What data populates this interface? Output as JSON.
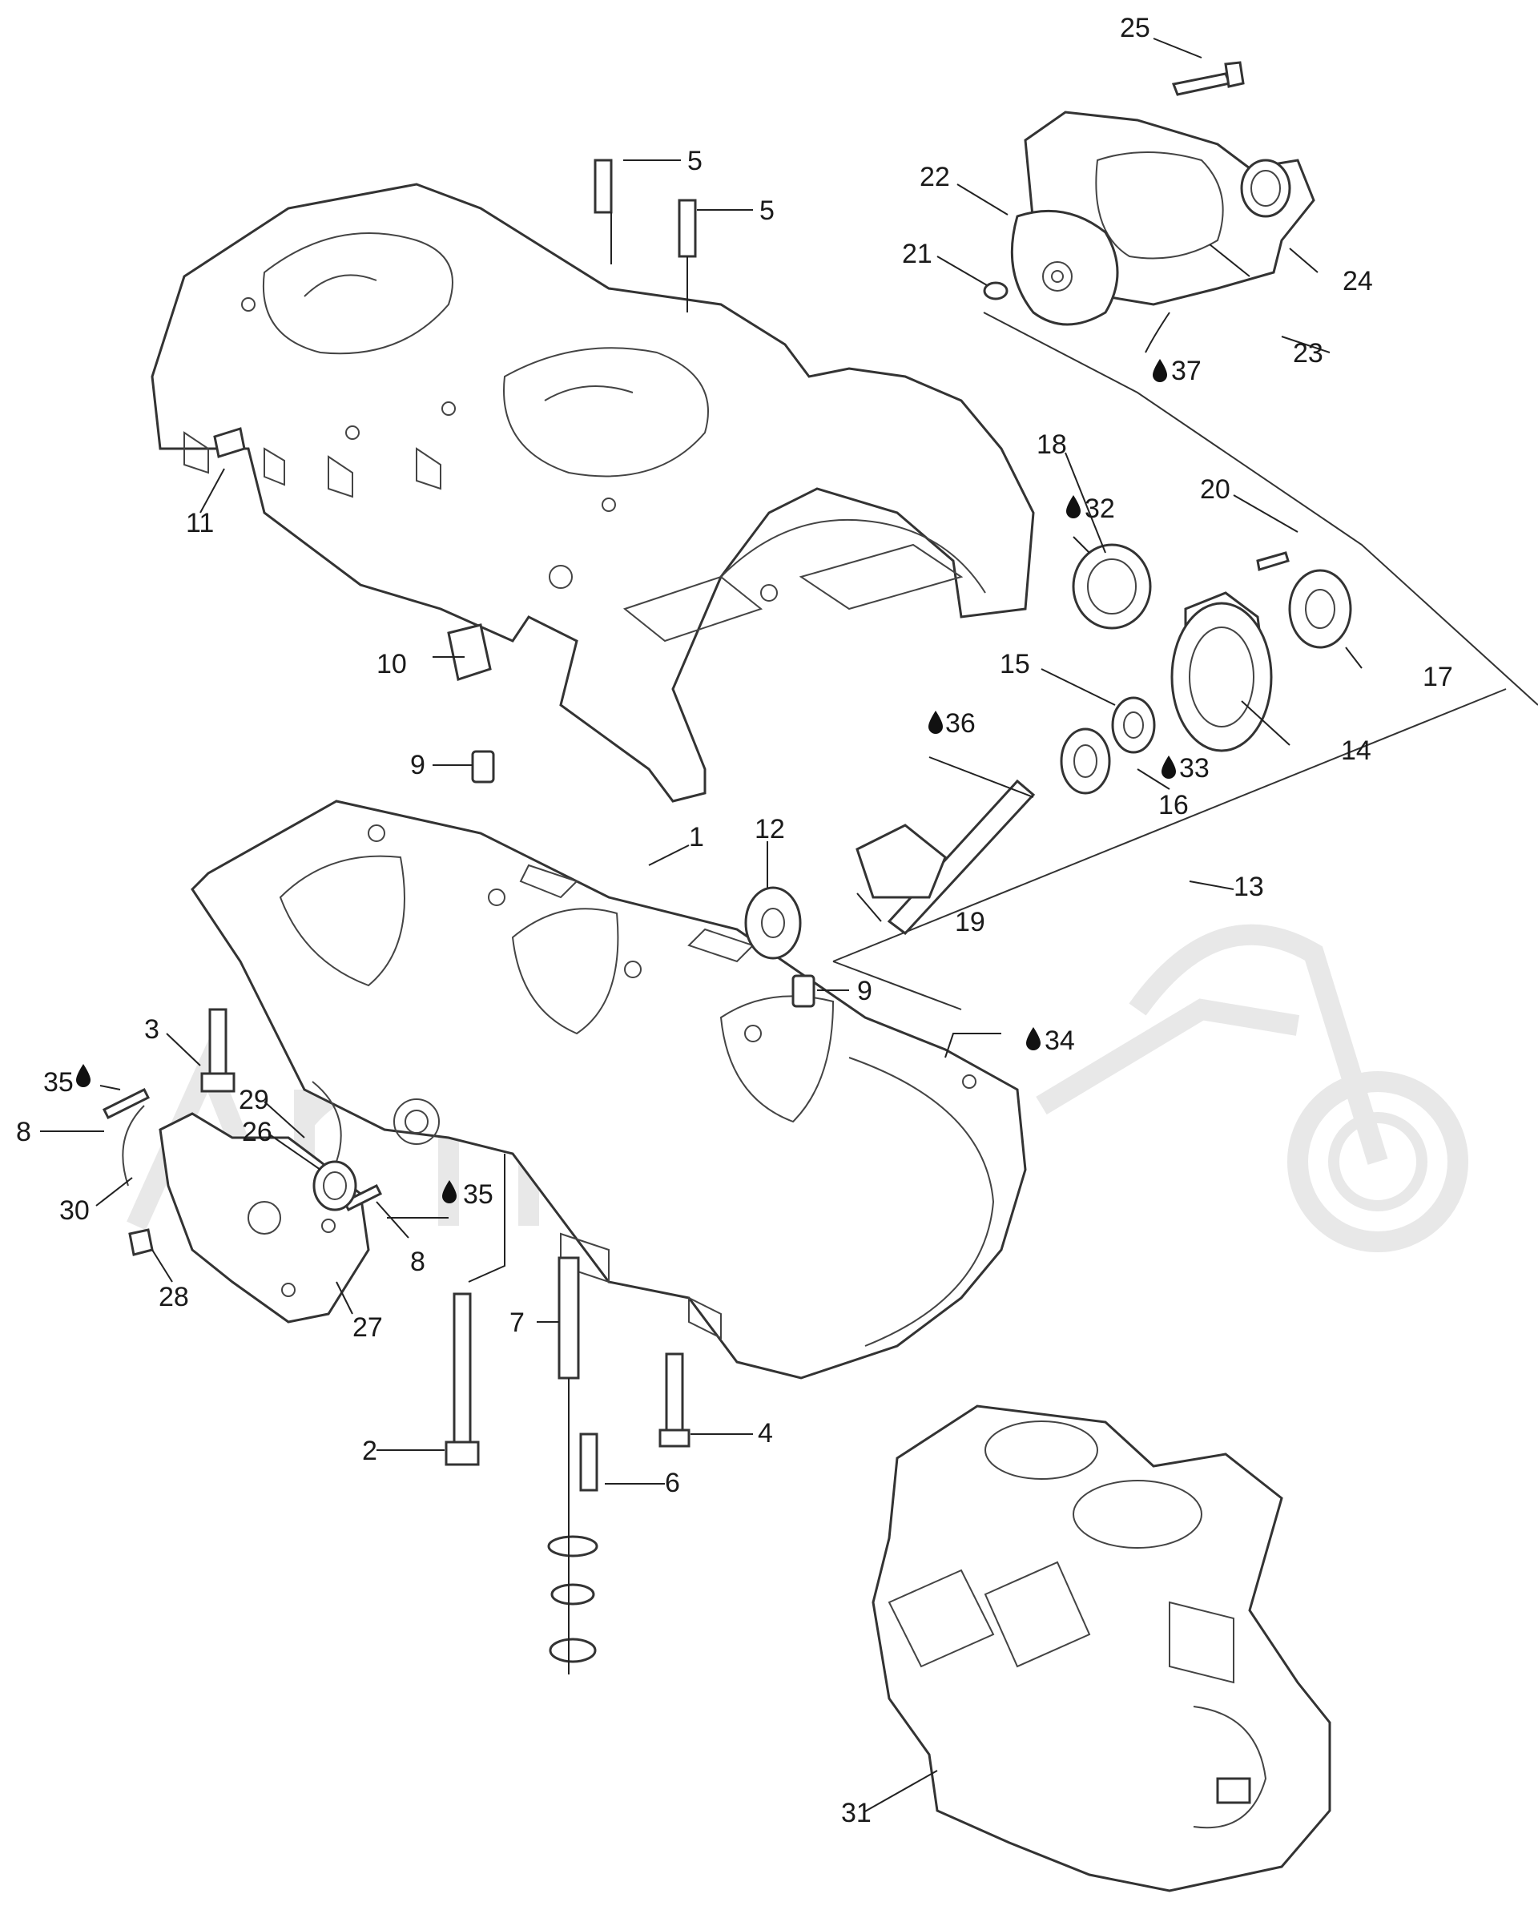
{
  "parts": [
    {
      "id": "p1",
      "label": "1"
    },
    {
      "id": "p2",
      "label": "2"
    },
    {
      "id": "p3",
      "label": "3"
    },
    {
      "id": "p4",
      "label": "4"
    },
    {
      "id": "p5a",
      "label": "5"
    },
    {
      "id": "p5b",
      "label": "5"
    },
    {
      "id": "p6",
      "label": "6"
    },
    {
      "id": "p7",
      "label": "7"
    },
    {
      "id": "p8a",
      "label": "8"
    },
    {
      "id": "p8b",
      "label": "8"
    },
    {
      "id": "p9a",
      "label": "9"
    },
    {
      "id": "p9b",
      "label": "9"
    },
    {
      "id": "p10",
      "label": "10"
    },
    {
      "id": "p11",
      "label": "11"
    },
    {
      "id": "p12",
      "label": "12"
    },
    {
      "id": "p13",
      "label": "13"
    },
    {
      "id": "p14",
      "label": "14"
    },
    {
      "id": "p15",
      "label": "15"
    },
    {
      "id": "p16",
      "label": "16"
    },
    {
      "id": "p17",
      "label": "17"
    },
    {
      "id": "p18",
      "label": "18"
    },
    {
      "id": "p19",
      "label": "19"
    },
    {
      "id": "p20",
      "label": "20"
    },
    {
      "id": "p21",
      "label": "21"
    },
    {
      "id": "p22",
      "label": "22"
    },
    {
      "id": "p23",
      "label": "23"
    },
    {
      "id": "p24",
      "label": "24"
    },
    {
      "id": "p25",
      "label": "25"
    },
    {
      "id": "p26",
      "label": "26"
    },
    {
      "id": "p27",
      "label": "27"
    },
    {
      "id": "p28",
      "label": "28"
    },
    {
      "id": "p29",
      "label": "29"
    },
    {
      "id": "p30",
      "label": "30"
    },
    {
      "id": "p31",
      "label": "31"
    },
    {
      "id": "p32",
      "label": "32"
    },
    {
      "id": "p33",
      "label": "33"
    },
    {
      "id": "p34",
      "label": "34"
    },
    {
      "id": "p35a",
      "label": "35"
    },
    {
      "id": "p35b",
      "label": "35"
    },
    {
      "id": "p36",
      "label": "36"
    },
    {
      "id": "p37",
      "label": "37"
    }
  ],
  "watermark_text": "Artimoto"
}
